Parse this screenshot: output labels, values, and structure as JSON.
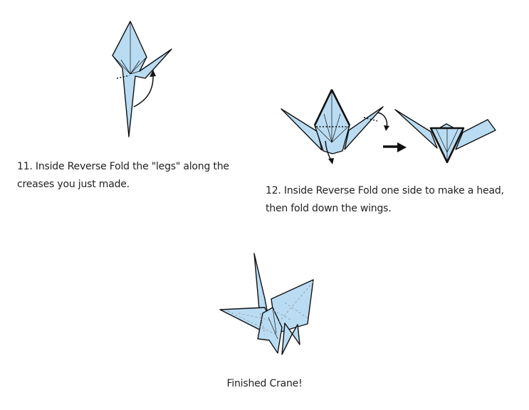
{
  "steps": [
    {
      "text": "11. Inside Reverse Fold the \"legs\" along the creases you just made."
    },
    {
      "text": "12. Inside Reverse Fold one side to make a head, then fold down the wings."
    }
  ],
  "final": {
    "text": "Finished Crane!"
  },
  "colors": {
    "paper": "#b9dcf3",
    "ink": "#111111"
  }
}
